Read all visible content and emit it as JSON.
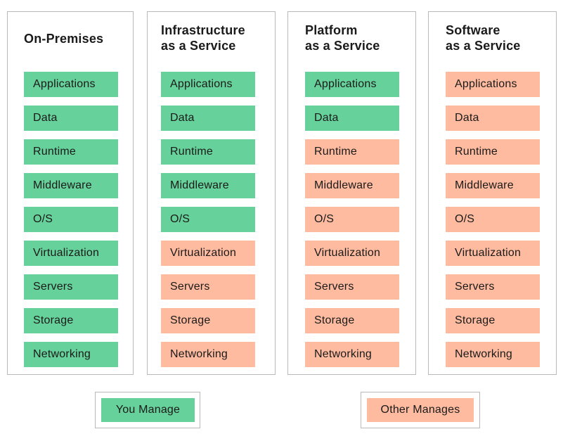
{
  "columns": [
    {
      "title": "On-Premises",
      "layers": [
        {
          "label": "Applications",
          "managed_by": "you"
        },
        {
          "label": "Data",
          "managed_by": "you"
        },
        {
          "label": "Runtime",
          "managed_by": "you"
        },
        {
          "label": "Middleware",
          "managed_by": "you"
        },
        {
          "label": "O/S",
          "managed_by": "you"
        },
        {
          "label": "Virtualization",
          "managed_by": "you"
        },
        {
          "label": "Servers",
          "managed_by": "you"
        },
        {
          "label": "Storage",
          "managed_by": "you"
        },
        {
          "label": "Networking",
          "managed_by": "you"
        }
      ]
    },
    {
      "title": "Infrastructure\nas a Service",
      "layers": [
        {
          "label": "Applications",
          "managed_by": "you"
        },
        {
          "label": "Data",
          "managed_by": "you"
        },
        {
          "label": "Runtime",
          "managed_by": "you"
        },
        {
          "label": "Middleware",
          "managed_by": "you"
        },
        {
          "label": "O/S",
          "managed_by": "you"
        },
        {
          "label": "Virtualization",
          "managed_by": "other"
        },
        {
          "label": "Servers",
          "managed_by": "other"
        },
        {
          "label": "Storage",
          "managed_by": "other"
        },
        {
          "label": "Networking",
          "managed_by": "other"
        }
      ]
    },
    {
      "title": "Platform\nas a Service",
      "layers": [
        {
          "label": "Applications",
          "managed_by": "you"
        },
        {
          "label": "Data",
          "managed_by": "you"
        },
        {
          "label": "Runtime",
          "managed_by": "other"
        },
        {
          "label": "Middleware",
          "managed_by": "other"
        },
        {
          "label": "O/S",
          "managed_by": "other"
        },
        {
          "label": "Virtualization",
          "managed_by": "other"
        },
        {
          "label": "Servers",
          "managed_by": "other"
        },
        {
          "label": "Storage",
          "managed_by": "other"
        },
        {
          "label": "Networking",
          "managed_by": "other"
        }
      ]
    },
    {
      "title": "Software\nas a Service",
      "layers": [
        {
          "label": "Applications",
          "managed_by": "other"
        },
        {
          "label": "Data",
          "managed_by": "other"
        },
        {
          "label": "Runtime",
          "managed_by": "other"
        },
        {
          "label": "Middleware",
          "managed_by": "other"
        },
        {
          "label": "O/S",
          "managed_by": "other"
        },
        {
          "label": "Virtualization",
          "managed_by": "other"
        },
        {
          "label": "Servers",
          "managed_by": "other"
        },
        {
          "label": "Storage",
          "managed_by": "other"
        },
        {
          "label": "Networking",
          "managed_by": "other"
        }
      ]
    }
  ],
  "legend": {
    "you_manage": "You Manage",
    "other_manages": "Other Manages"
  },
  "colors": {
    "you_manage": "#66d19a",
    "other_manages": "#ffbb9f",
    "border": "#b9b9b9"
  }
}
